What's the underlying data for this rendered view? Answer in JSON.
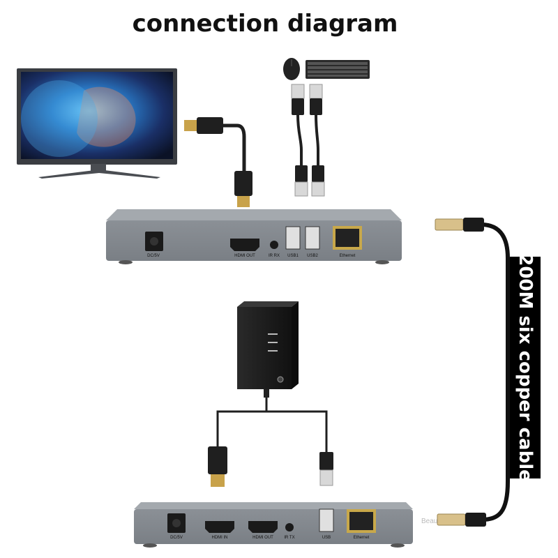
{
  "title": "connection diagram",
  "cable_label": "200M six copper cable",
  "watermark": "Beau",
  "transmitter_ports": {
    "dc": "DC/5V",
    "hdmi_out": "HDMI OUT",
    "ir_rx": "IR RX",
    "usb1": "USB1",
    "usb2": "USB2",
    "ethernet": "Ethernet"
  },
  "receiver_ports": {
    "dc": "DC/5V",
    "hdmi_in": "HDMI IN",
    "hdmi_out": "HDMI OUT",
    "ir_tx": "IR TX",
    "usb": "USB",
    "ethernet": "Ethernet"
  }
}
